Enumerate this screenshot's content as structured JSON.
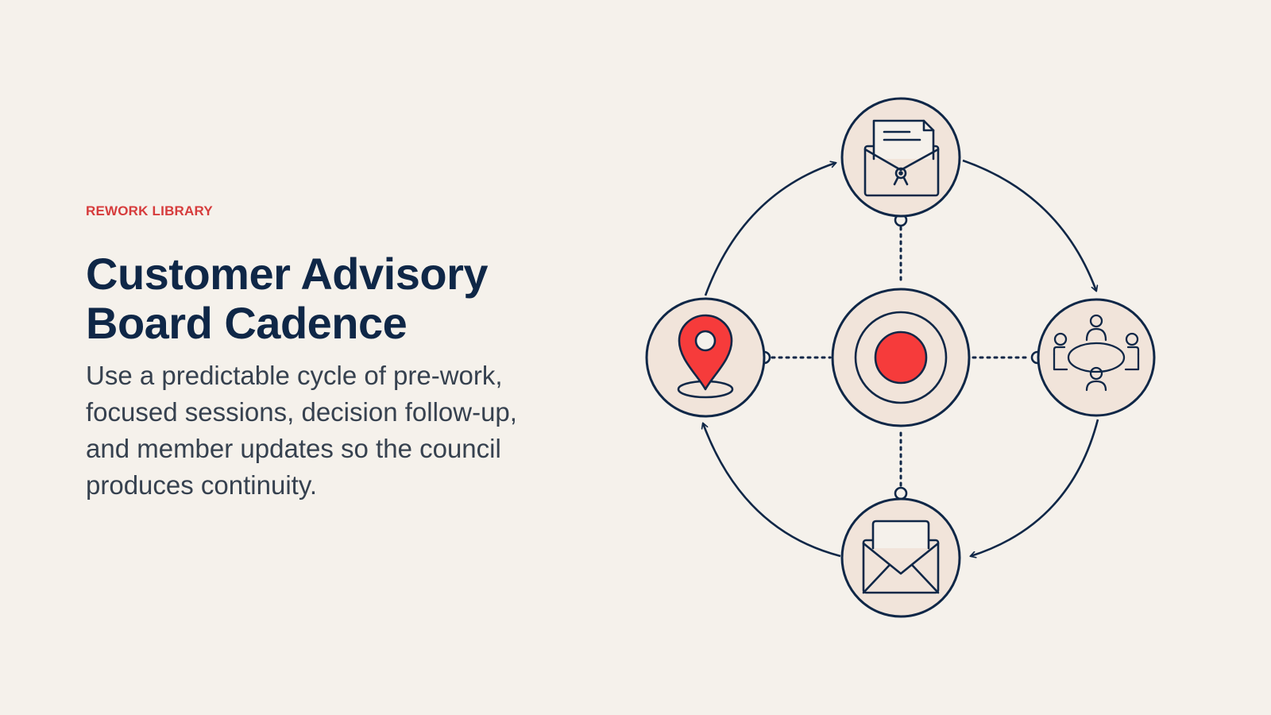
{
  "eyebrow": "REWORK LIBRARY",
  "title_line1": "Customer Advisory",
  "title_line2": "Board Cadence",
  "description": "Use a predictable cycle of pre-work, focused sessions, decision follow-up, and member updates so the council produces continuity.",
  "colors": {
    "background": "#f5f1eb",
    "accent": "#d63c3c",
    "navy": "#0f2747",
    "node_fill": "#f1e4da",
    "target_red": "#f63b3b"
  },
  "diagram": {
    "center_icon": "target-icon",
    "nodes": [
      {
        "position": "top",
        "icon": "document-envelope-icon"
      },
      {
        "position": "right",
        "icon": "meeting-table-icon"
      },
      {
        "position": "bottom",
        "icon": "mail-envelope-icon"
      },
      {
        "position": "left",
        "icon": "location-pin-icon"
      }
    ]
  }
}
